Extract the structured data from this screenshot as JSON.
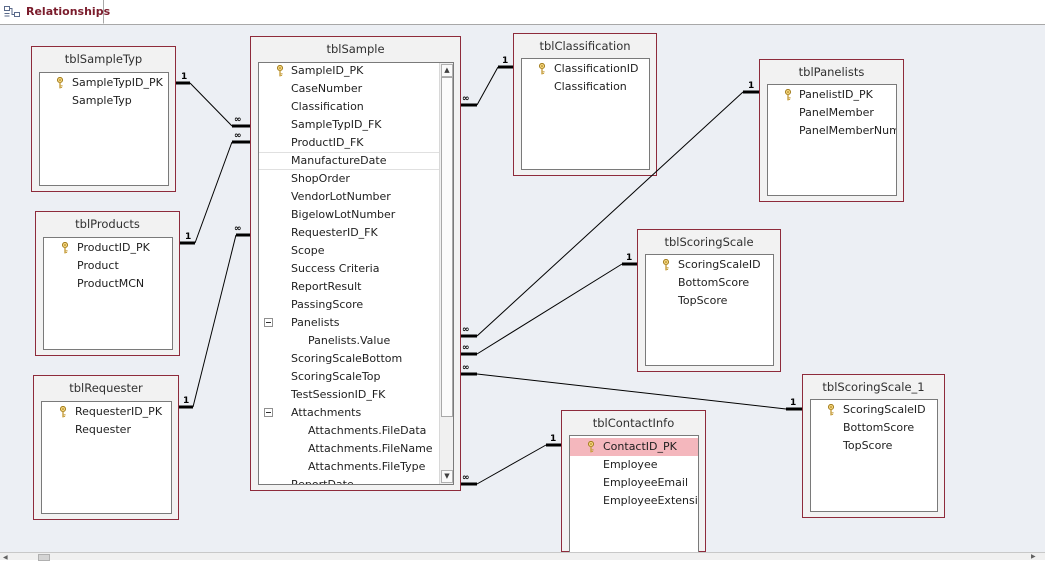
{
  "tab": {
    "label": "Relationships"
  },
  "tables": {
    "tblSampleTyp": {
      "title": "tblSampleTyp",
      "fields": [
        {
          "name": "SampleTypID_PK",
          "key": true
        },
        {
          "name": "SampleTyp"
        }
      ]
    },
    "tblProducts": {
      "title": "tblProducts",
      "fields": [
        {
          "name": "ProductID_PK",
          "key": true
        },
        {
          "name": "Product"
        },
        {
          "name": "ProductMCN"
        }
      ]
    },
    "tblRequester": {
      "title": "tblRequester",
      "fields": [
        {
          "name": "RequesterID_PK",
          "key": true
        },
        {
          "name": "Requester"
        }
      ]
    },
    "tblSample": {
      "title": "tblSample",
      "fields": [
        {
          "name": "SampleID_PK",
          "key": true
        },
        {
          "name": "CaseNumber"
        },
        {
          "name": "Classification"
        },
        {
          "name": "SampleTypID_FK"
        },
        {
          "name": "ProductID_FK"
        },
        {
          "name": "ManufactureDate"
        },
        {
          "name": "ShopOrder"
        },
        {
          "name": "VendorLotNumber"
        },
        {
          "name": "BigelowLotNumber"
        },
        {
          "name": "RequesterID_FK"
        },
        {
          "name": "Scope"
        },
        {
          "name": "Success Criteria"
        },
        {
          "name": "ReportResult"
        },
        {
          "name": "PassingScore"
        },
        {
          "name": "Panelists",
          "expand": true
        },
        {
          "name": "Panelists.Value",
          "indent": true
        },
        {
          "name": "ScoringScaleBottom"
        },
        {
          "name": "ScoringScaleTop"
        },
        {
          "name": "TestSessionID_FK"
        },
        {
          "name": "Attachments",
          "expand": true
        },
        {
          "name": "Attachments.FileData",
          "indent": true
        },
        {
          "name": "Attachments.FileName",
          "indent": true
        },
        {
          "name": "Attachments.FileType",
          "indent": true
        },
        {
          "name": "ReportDate"
        }
      ]
    },
    "tblClassification": {
      "title": "tblClassification",
      "fields": [
        {
          "name": "ClassificationID",
          "key": true
        },
        {
          "name": "Classification"
        }
      ]
    },
    "tblPanelists": {
      "title": "tblPanelists",
      "fields": [
        {
          "name": "PanelistID_PK",
          "key": true
        },
        {
          "name": "PanelMember"
        },
        {
          "name": "PanelMemberNumber"
        }
      ]
    },
    "tblScoringScale": {
      "title": "tblScoringScale",
      "fields": [
        {
          "name": "ScoringScaleID",
          "key": true
        },
        {
          "name": "BottomScore"
        },
        {
          "name": "TopScore"
        }
      ]
    },
    "tblScoringScale_1": {
      "title": "tblScoringScale_1",
      "fields": [
        {
          "name": "ScoringScaleID",
          "key": true
        },
        {
          "name": "BottomScore"
        },
        {
          "name": "TopScore"
        }
      ]
    },
    "tblContactInfo": {
      "title": "tblContactInfo",
      "fields": [
        {
          "name": "ContactID_PK",
          "key": true
        },
        {
          "name": "Employee"
        },
        {
          "name": "EmployeeEmail"
        },
        {
          "name": "EmployeeExtension"
        }
      ]
    }
  },
  "relationships": [
    {
      "from": "tblSampleTyp",
      "to": "tblSample",
      "one": "1",
      "many": "∞"
    },
    {
      "from": "tblProducts",
      "to": "tblSample",
      "one": "1",
      "many": "∞"
    },
    {
      "from": "tblRequester",
      "to": "tblSample",
      "one": "1",
      "many": "∞"
    },
    {
      "from": "tblClassification",
      "to": "tblSample",
      "one": "1",
      "many": "∞"
    },
    {
      "from": "tblPanelists",
      "to": "tblSample",
      "one": "1",
      "many": "∞"
    },
    {
      "from": "tblScoringScale",
      "to": "tblSample",
      "one": "1",
      "many": "∞"
    },
    {
      "from": "tblScoringScale_1",
      "to": "tblSample",
      "one": "1",
      "many": "∞"
    },
    {
      "from": "tblContactInfo",
      "to": "tblSample",
      "one": "1",
      "many": "∞"
    }
  ],
  "colors": {
    "tableBorder": "#8e2b3b",
    "tabText": "#7a1b2b",
    "canvas": "#eceff4",
    "selectedField": "#f4b7bd"
  },
  "icons": {
    "tab": "relationships-icon",
    "key": "key-icon",
    "collapse": "collapse-icon"
  }
}
